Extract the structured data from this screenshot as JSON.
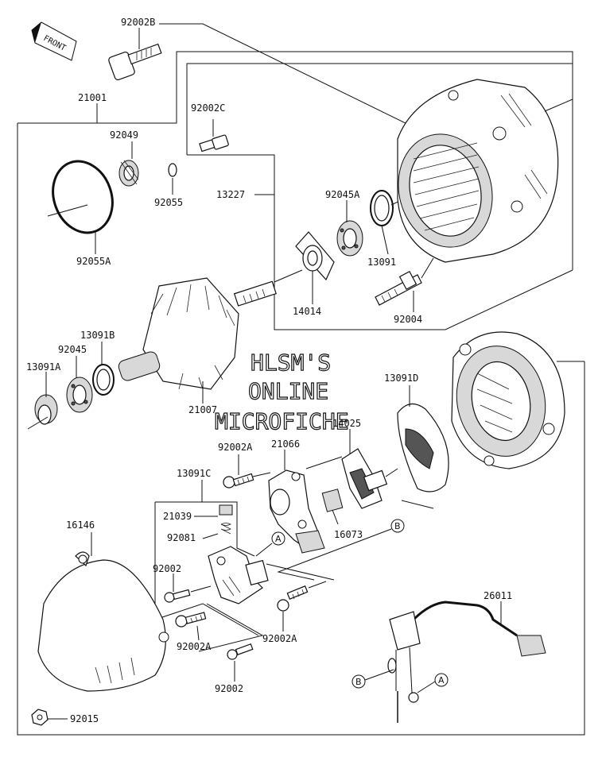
{
  "direction": "FRONT",
  "watermark": {
    "line1": "HLSM'S",
    "line2": "ONLINE",
    "line3": "MICROFICHE"
  },
  "parts": {
    "p92002B": "92002B",
    "p21001": "21001",
    "p92049": "92049",
    "p92002C": "92002C",
    "p92055": "92055",
    "p92055A": "92055A",
    "p13227": "13227",
    "p92045A": "92045A",
    "p13091": "13091",
    "p14014": "14014",
    "p92004": "92004",
    "p13091B": "13091B",
    "p92045": "92045",
    "p13091A": "13091A",
    "p21007": "21007",
    "p13091D": "13091D",
    "p14025": "14025",
    "p92002A_top": "92002A",
    "p21066": "21066",
    "p13091C": "13091C",
    "p21039": "21039",
    "p92081": "92081",
    "p16073": "16073",
    "p16146": "16146",
    "p92002_left": "92002",
    "p92002A_left": "92002A",
    "p92002A_right": "92002A",
    "p92002_bottom": "92002",
    "p26011": "26011",
    "p92015": "92015"
  },
  "callouts": {
    "a1": "A",
    "b1": "B",
    "b2": "B",
    "a2": "A"
  }
}
